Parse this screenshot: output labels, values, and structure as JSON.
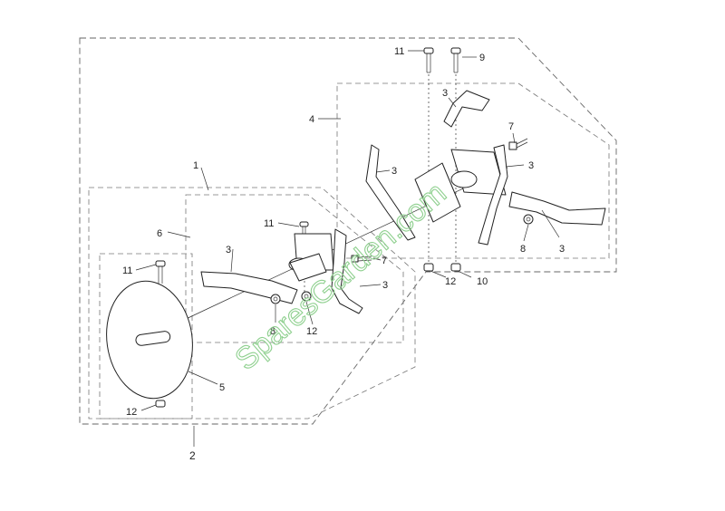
{
  "watermark": "SparesGarden.com",
  "colors": {
    "watermark": "#8fd08f",
    "lines": "#222222",
    "dashed": "#666666"
  },
  "callouts": {
    "c1": "1",
    "c2": "2",
    "c3a": "3",
    "c3b": "3",
    "c3c": "3",
    "c3d": "3",
    "c3e": "3",
    "c3f": "3",
    "c4": "4",
    "c5": "5",
    "c6": "6",
    "c7a": "7",
    "c7b": "7",
    "c8a": "8",
    "c8b": "8",
    "c9": "9",
    "c10": "10",
    "c11a": "11",
    "c11b": "11",
    "c11c": "11",
    "c12a": "12",
    "c12b": "12",
    "c12c": "12"
  }
}
